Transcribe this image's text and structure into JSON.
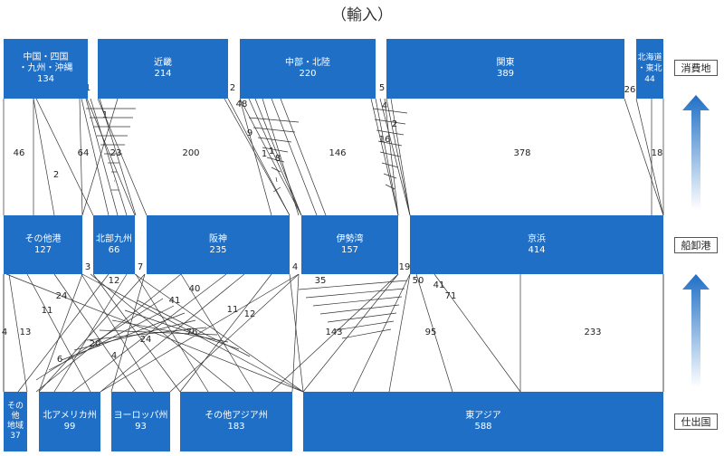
{
  "title": "（輸入）",
  "legend": {
    "consumption": "消費地",
    "port": "船卸港",
    "origin": "仕出国"
  },
  "colors": {
    "node": "#1f6fc6",
    "arrow": "#2a7ad2",
    "link": "#333333"
  },
  "nodes": {
    "consumption": [
      {
        "lines": [
          "中国・四国",
          "・九州・沖縄"
        ],
        "value": "134"
      },
      {
        "lines": [
          "近畿"
        ],
        "value": "214"
      },
      {
        "lines": [
          "中部・北陸"
        ],
        "value": "220"
      },
      {
        "lines": [
          "関東"
        ],
        "value": "389"
      },
      {
        "lines": [
          "北海道",
          "・東北"
        ],
        "value": "44"
      }
    ],
    "ports": [
      {
        "lines": [
          "その他港"
        ],
        "value": "127"
      },
      {
        "lines": [
          "北部九州"
        ],
        "value": "66"
      },
      {
        "lines": [
          "阪神"
        ],
        "value": "235"
      },
      {
        "lines": [
          "伊勢湾"
        ],
        "value": "157"
      },
      {
        "lines": [
          "京浜"
        ],
        "value": "414"
      }
    ],
    "origins": [
      {
        "lines": [
          "その",
          "他",
          "地域"
        ],
        "value": "37"
      },
      {
        "lines": [
          "北アメリカ州"
        ],
        "value": "99"
      },
      {
        "lines": [
          "ヨーロッパ州"
        ],
        "value": "93"
      },
      {
        "lines": [
          "その他アジア州"
        ],
        "value": "183"
      },
      {
        "lines": [
          "東アジア"
        ],
        "value": "588"
      }
    ]
  },
  "upper_flow_labels": [
    "1",
    "2",
    "5",
    "26",
    "48",
    "4",
    "1",
    "9",
    "1",
    "2",
    "46",
    "2",
    "64",
    "23",
    "200",
    "1",
    "8",
    "146",
    "16",
    "378",
    "18"
  ],
  "lower_flow_labels": [
    "3",
    "7",
    "4",
    "19",
    "12",
    "35",
    "50",
    "41",
    "24",
    "41",
    "40",
    "71",
    "11",
    "11",
    "12",
    "4",
    "13",
    "76",
    "143",
    "95",
    "233",
    "20",
    "24",
    "6",
    "4"
  ]
}
